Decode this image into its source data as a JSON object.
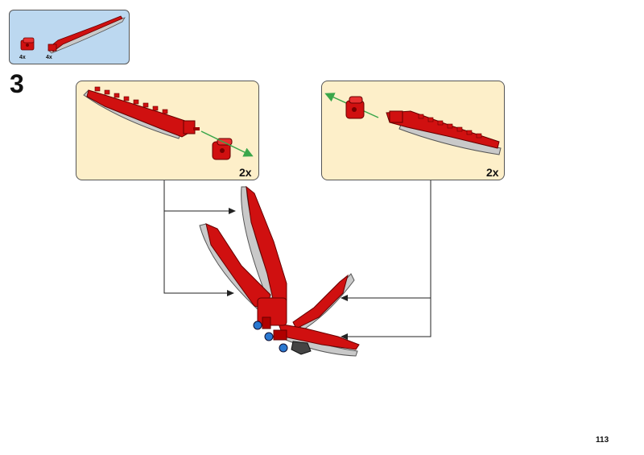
{
  "parts_list": {
    "items": [
      {
        "name": "red-axle-connector",
        "quantity": "4x"
      },
      {
        "name": "red-wing-blade",
        "quantity": "4x"
      }
    ]
  },
  "step": {
    "number": "3"
  },
  "submodels": [
    {
      "multiplier": "2x"
    },
    {
      "multiplier": "2x"
    }
  ],
  "colors": {
    "parts_bg": "#bcd8f0",
    "submodel_bg": "#fdefc9",
    "brick_red": "#d01010",
    "blade_gray": "#c9c9c9",
    "arrow_green": "#3aa64a",
    "accent_blue": "#2a78d0"
  },
  "page": {
    "number": "113"
  }
}
